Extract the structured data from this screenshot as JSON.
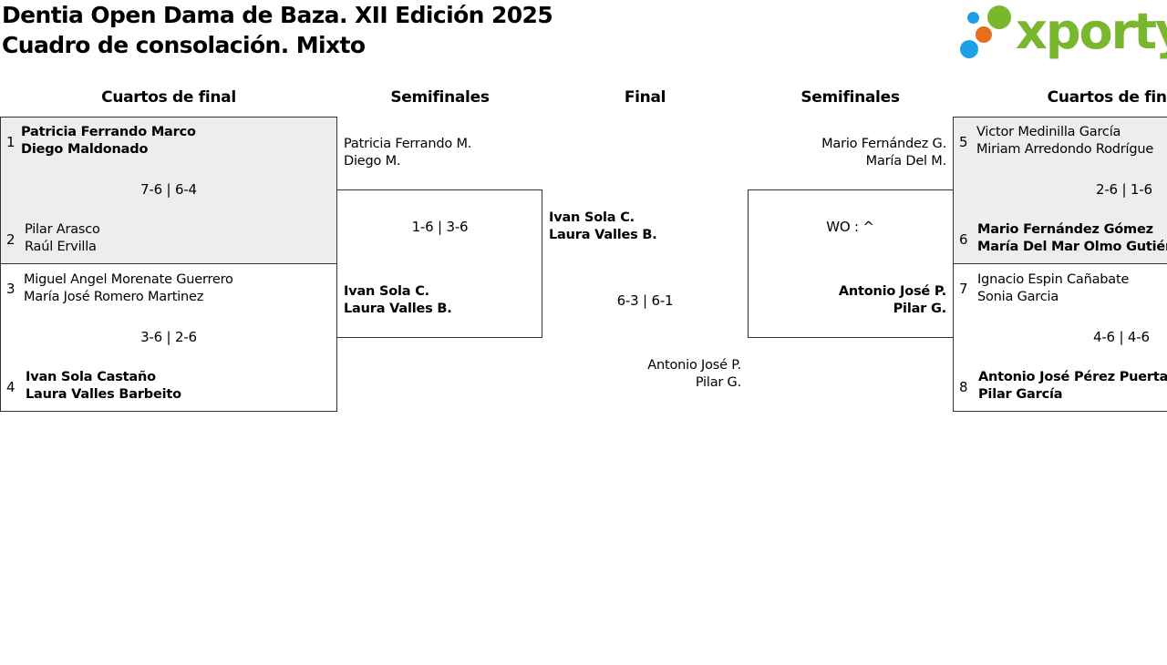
{
  "header": {
    "title": "Dentia Open Dama de Baza. XII Edición 2025",
    "subtitle": "Cuadro de consolación. Mixto"
  },
  "logo": {
    "text": "xporty",
    "colors": {
      "green": "#7ab62e",
      "blue": "#1ea0e6",
      "orange": "#e56f1f"
    }
  },
  "columns": {
    "quarters_left": "Cuartos de final",
    "semis_left": "Semifinales",
    "final": "Final",
    "semis_right": "Semifinales",
    "quarters_right": "Cuartos de final"
  },
  "quarters": {
    "m1": {
      "top": {
        "seed": "1",
        "p1": "Patricia Ferrando Marco",
        "p2": "Diego Maldonado"
      },
      "bottom": {
        "seed": "2",
        "p1": "Pilar Arasco",
        "p2": "Raúl Ervilla"
      },
      "score": "7-6 | 6-4"
    },
    "m2": {
      "top": {
        "seed": "3",
        "p1": "Miguel Angel Morenate Guerrero",
        "p2": "María José Romero Martinez"
      },
      "bottom": {
        "seed": "4",
        "p1": "Ivan Sola Castaño",
        "p2": "Laura Valles Barbeito"
      },
      "score": "3-6 | 2-6"
    },
    "m3": {
      "top": {
        "seed": "5",
        "p1": "Victor Medinilla García",
        "p2": "Miriam Arredondo Rodrígue"
      },
      "bottom": {
        "seed": "6",
        "p1": "Mario Fernández Gómez",
        "p2": "María Del Mar Olmo Gutiérr"
      },
      "score": "2-6 | 1-6"
    },
    "m4": {
      "top": {
        "seed": "7",
        "p1": "Ignacio Espin Cañabate",
        "p2": "Sonia Garcia"
      },
      "bottom": {
        "seed": "8",
        "p1": "Antonio José Pérez Puertas",
        "p2": "Pilar García"
      },
      "score": "4-6 | 4-6"
    }
  },
  "semis": {
    "left": {
      "top": {
        "p1": "Patricia Ferrando M.",
        "p2": "Diego M."
      },
      "bottom": {
        "p1": "Ivan Sola C.",
        "p2": "Laura Valles B."
      },
      "score": "1-6 | 3-6"
    },
    "right": {
      "top": {
        "p1": "Mario Fernández G.",
        "p2": "María Del M."
      },
      "bottom": {
        "p1": "Antonio José P.",
        "p2": "Pilar G."
      },
      "score": "WO : ^"
    }
  },
  "final": {
    "top": {
      "p1": "Ivan Sola C.",
      "p2": "Laura Valles B."
    },
    "bottom": {
      "p1": "Antonio José P.",
      "p2": "Pilar G."
    },
    "score": "6-3 | 6-1"
  }
}
